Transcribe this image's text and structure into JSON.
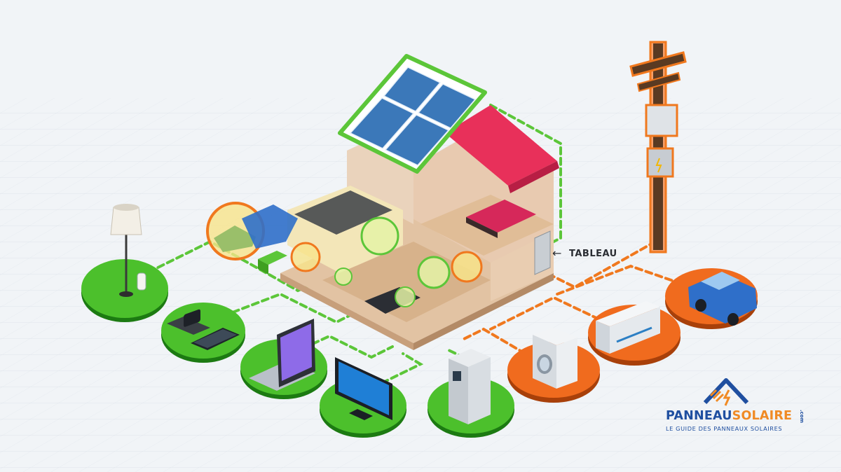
{
  "labels": {
    "tableau": "TABLEAU"
  },
  "logo": {
    "word_part1": "PANNEAU",
    "word_part2": "SOLAIRE",
    "suffix": ".com",
    "tagline": "LE GUIDE DES PANNEAUX SOLAIRES"
  },
  "colors": {
    "solar_line": "#5cc639",
    "grid_line": "#f0781e",
    "green_disc": "#4cc02c",
    "orange_disc": "#f06b1e",
    "roof_red": "#e8305a",
    "brand_blue": "#1f4fa0",
    "brand_orange": "#f08a24"
  },
  "icons": {
    "solar_circuit_devices": [
      "floor-lamp-icon",
      "smartwatch-phone-icon",
      "laptop-icon",
      "television-icon",
      "battery-storage-icon"
    ],
    "grid_circuit_devices": [
      "washing-machine-icon",
      "air-conditioner-icon",
      "electric-car-icon"
    ],
    "other": [
      "solar-panel-icon",
      "utility-pole-icon",
      "house-cutaway-icon",
      "electric-car-charging-icon"
    ]
  }
}
